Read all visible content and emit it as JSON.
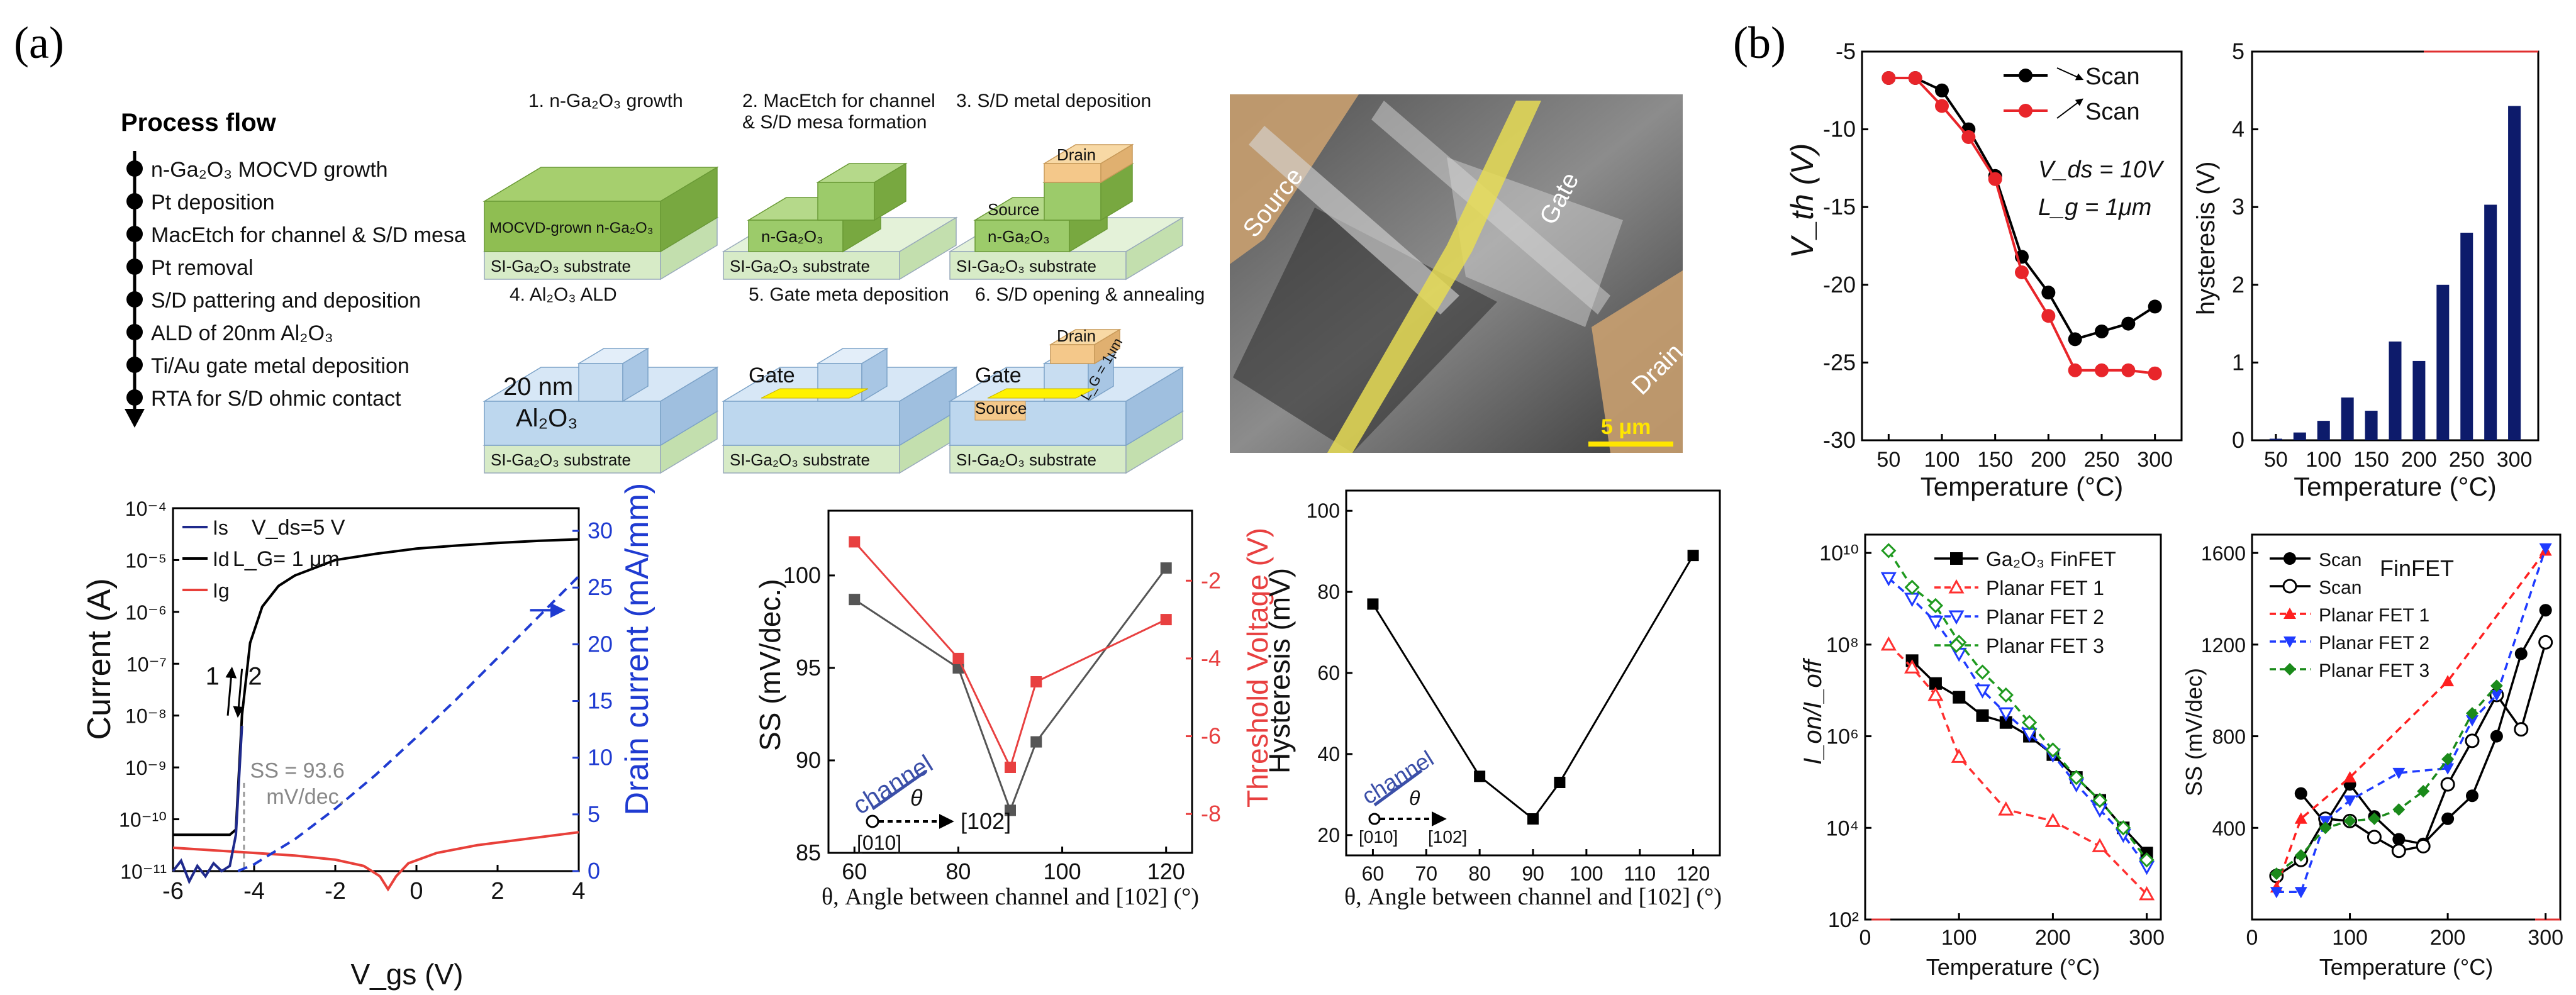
{
  "panel_a": {
    "label": "(a)",
    "process_flow": {
      "title": "Process flow",
      "steps": [
        "n-Ga₂O₃ MOCVD growth",
        "Pt deposition",
        "MacEtch for channel & S/D mesa",
        "Pt removal",
        "S/D pattering and deposition",
        "ALD of 20nm Al₂O₃",
        "Ti/Au gate metal deposition",
        "RTA for S/D ohmic contact"
      ]
    },
    "schematics": {
      "steps": [
        {
          "title": "1. n-Ga₂O₃ growth",
          "top_label": "MOCVD-grown n-Ga₂O₃",
          "substrate": "SI-Ga₂O₃ substrate"
        },
        {
          "title": "2. MacEtch for channel",
          "title2": "& S/D mesa formation",
          "top_label": "n-Ga₂O₃",
          "substrate": "SI-Ga₂O₃ substrate"
        },
        {
          "title": "3. S/D metal deposition",
          "drain": "Drain",
          "source": "Source",
          "top_label": "n-Ga₂O₃",
          "substrate": "SI-Ga₂O₃ substrate"
        },
        {
          "title": "4. Al₂O₃ ALD",
          "thickness": "20 nm",
          "material": "Al₂O₃",
          "substrate": "SI-Ga₂O₃ substrate"
        },
        {
          "title": "5. Gate meta deposition",
          "gate": "Gate",
          "substrate": "SI-Ga₂O₃ substrate"
        },
        {
          "title": "6. S/D opening & annealing",
          "drain": "Drain",
          "gate": "Gate",
          "source": "Source",
          "lg": "L_G = 1μm",
          "substrate": "SI-Ga₂O₃ substrate"
        }
      ]
    },
    "sem": {
      "source": "Source",
      "gate": "Gate",
      "drain": "Drain",
      "scale": "5 μm"
    },
    "colors": {
      "green_top": "#8fbe52",
      "green_sub": "#d7ebc7",
      "blue_al2o3": "#bdd7ee",
      "gate_yellow": "#fff200",
      "drain_orange": "#f4c88a"
    }
  },
  "panel_b": {
    "label": "(b)"
  },
  "chart_data": [
    {
      "id": "transfer",
      "type": "line",
      "xlabel": "V_gs (V)",
      "ylabel": "Current (A)",
      "y2label": "Drain current (mA/mm)",
      "xticks": [
        "-6",
        "-4",
        "-2",
        "0",
        "2",
        "4"
      ],
      "yticks": [
        "10⁻¹¹",
        "10⁻¹⁰",
        "10⁻⁹",
        "10⁻⁸",
        "10⁻⁷",
        "10⁻⁶",
        "10⁻⁵",
        "10⁻⁴"
      ],
      "y2ticks": [
        "0",
        "5",
        "10",
        "15",
        "20",
        "25",
        "30"
      ],
      "xlim": [
        -6,
        4
      ],
      "ylim_log": [
        -11,
        -4
      ],
      "y2lim": [
        0,
        32
      ],
      "legend": [
        "I_s",
        "I_d",
        "I_g"
      ],
      "legend_text": [
        "Is",
        "Id",
        "Ig"
      ],
      "annotations": [
        "V_ds=5 V",
        "L_G= 1 μm",
        "1",
        "2",
        "SS = 93.6",
        "mV/dec."
      ],
      "series": [
        {
          "name": "I_d",
          "color": "#000000",
          "x": [
            -6,
            -5,
            -4.6,
            -4.45,
            -4.3,
            -4.1,
            -3.8,
            -3.4,
            -3,
            -2,
            -1,
            0,
            1,
            2,
            3,
            4
          ],
          "y_log": [
            -10.3,
            -10.3,
            -10.3,
            -10.2,
            -8,
            -6.6,
            -5.9,
            -5.5,
            -5.3,
            -5.0,
            -4.88,
            -4.78,
            -4.72,
            -4.67,
            -4.63,
            -4.6
          ]
        },
        {
          "name": "I_g",
          "color": "#e8403a",
          "x": [
            -6,
            -5,
            -4,
            -3,
            -2,
            -1.3,
            -0.9,
            -0.7,
            -0.5,
            -0.2,
            0.5,
            1.5,
            2.5,
            4
          ],
          "y_log": [
            -10.55,
            -10.6,
            -10.65,
            -10.7,
            -10.78,
            -10.9,
            -11.1,
            -11.35,
            -11.1,
            -10.85,
            -10.65,
            -10.5,
            -10.4,
            -10.25
          ]
        },
        {
          "name": "I_s",
          "color": "#1f2a8c",
          "x": [
            -6,
            -5.8,
            -5.6,
            -5.4,
            -5.2,
            -5,
            -4.8,
            -4.6,
            -4.45,
            -4.3
          ],
          "y_log": [
            -11.0,
            -10.8,
            -11.2,
            -10.9,
            -11.1,
            -10.85,
            -11.0,
            -10.9,
            -10.3,
            -8.2
          ]
        },
        {
          "name": "drain_current",
          "color": "#1f3bd1",
          "x": [
            -4.4,
            -4,
            -3,
            -2,
            -1,
            0,
            1,
            2,
            3,
            4
          ],
          "y": [
            0,
            0.6,
            2.8,
            5.5,
            8.5,
            11.8,
            15.2,
            18.8,
            22.4,
            26
          ]
        }
      ]
    },
    {
      "id": "ss_vth_angle",
      "type": "line",
      "xlabel": "θ, Angle between channel and [102] (°)",
      "ylabel": "SS (mV/dec.)",
      "y2label": "Threshold Voltage (V)",
      "xticks": [
        "60",
        "80",
        "100",
        "120"
      ],
      "yticks": [
        "85",
        "90",
        "95",
        "100"
      ],
      "y2ticks": [
        "-2",
        "-4",
        "-6",
        "-8"
      ],
      "xlim": [
        55,
        125
      ],
      "ylim": [
        85,
        103.5
      ],
      "y2lim": [
        -9,
        -0.2
      ],
      "inset": {
        "channel": "channel",
        "theta": "θ",
        "dir1": "[010]",
        "dir2": "[102]"
      },
      "series": [
        {
          "name": "SS",
          "color": "#555555",
          "x": [
            60,
            80,
            90,
            95,
            120
          ],
          "y": [
            98.7,
            95.0,
            87.3,
            91.0,
            100.4
          ]
        },
        {
          "name": "Vth",
          "color": "#e84040",
          "x": [
            60,
            80,
            90,
            95,
            120
          ],
          "y": [
            -1.0,
            -4.0,
            -6.8,
            -4.6,
            -3.0
          ]
        }
      ]
    },
    {
      "id": "hysteresis_angle",
      "type": "line",
      "xlabel": "θ, Angle between channel and [102] (°)",
      "ylabel": "Hysteresis (mV)",
      "xticks": [
        "60",
        "70",
        "80",
        "90",
        "100",
        "110",
        "120"
      ],
      "yticks": [
        "20",
        "40",
        "60",
        "80",
        "100"
      ],
      "xlim": [
        55,
        125
      ],
      "ylim": [
        15,
        105
      ],
      "inset": {
        "channel": "channel",
        "theta": "θ",
        "dir1": "[010]",
        "dir2": "[102]"
      },
      "series": [
        {
          "name": "Hysteresis",
          "color": "#000000",
          "x": [
            60,
            80,
            90,
            95,
            120
          ],
          "y": [
            77,
            34.5,
            24,
            33,
            89
          ]
        }
      ]
    },
    {
      "id": "vth_temp",
      "type": "line",
      "xlabel": "Temperature (°C)",
      "ylabel": "V_th (V)",
      "xticks": [
        "50",
        "100",
        "150",
        "200",
        "250",
        "300"
      ],
      "yticks": [
        "-30",
        "-25",
        "-20",
        "-15",
        "-10",
        "-5"
      ],
      "xlim": [
        25,
        325
      ],
      "ylim": [
        -30,
        -5
      ],
      "legend": [
        "Scan",
        "Scan"
      ],
      "annotations": [
        "V_ds = 10V",
        "L_g = 1μm"
      ],
      "series": [
        {
          "name": "Scan",
          "color": "#000000",
          "x": [
            50,
            75,
            100,
            125,
            150,
            175,
            200,
            225,
            250,
            275,
            300
          ],
          "y": [
            -6.7,
            -6.7,
            -7.5,
            -10,
            -13,
            -18.2,
            -20.5,
            -23.5,
            -23,
            -22.5,
            -21.4
          ]
        },
        {
          "name": "Scan",
          "color": "#e8252a",
          "x": [
            50,
            75,
            100,
            125,
            150,
            175,
            200,
            225,
            250,
            275,
            300
          ],
          "y": [
            -6.7,
            -6.7,
            -8.5,
            -10.5,
            -13.2,
            -19.2,
            -22,
            -25.5,
            -25.5,
            -25.5,
            -25.7
          ]
        }
      ]
    },
    {
      "id": "hysteresis_temp",
      "type": "bar",
      "xlabel": "Temperature (°C)",
      "ylabel": "hysteresis (V)",
      "xticks": [
        "50",
        "100",
        "150",
        "200",
        "250",
        "300"
      ],
      "yticks": [
        "0",
        "1",
        "2",
        "3",
        "4",
        "5"
      ],
      "xlim": [
        25,
        325
      ],
      "ylim": [
        0,
        5
      ],
      "x": [
        50,
        75,
        100,
        125,
        150,
        175,
        200,
        225,
        250,
        275,
        300
      ],
      "values": [
        0.02,
        0.1,
        0.25,
        0.55,
        0.38,
        1.27,
        1.02,
        2.0,
        2.67,
        3.03,
        4.3
      ],
      "color": "#0d1b6b"
    },
    {
      "id": "ion_ioff_temp",
      "type": "line",
      "xlabel": "Temperature (°C)",
      "ylabel": "I_on/I_off",
      "xticks": [
        "0",
        "100",
        "200",
        "300"
      ],
      "yticks": [
        "10²",
        "10⁴",
        "10⁶",
        "10⁸",
        "10¹⁰"
      ],
      "xlim": [
        0,
        315
      ],
      "ylim_log": [
        2,
        10.4
      ],
      "legend": [
        "Ga₂O₃ FinFET",
        "Planar FET 1",
        "Planar FET 2",
        "Planar FET 3"
      ],
      "series": [
        {
          "name": "Ga₂O₃ FinFET",
          "color": "#000000",
          "marker": "square",
          "x": [
            50,
            75,
            100,
            125,
            150,
            175,
            200,
            225,
            250,
            275,
            300
          ],
          "y_log": [
            7.65,
            7.15,
            6.85,
            6.45,
            6.3,
            6.0,
            5.6,
            5.1,
            4.6,
            4.0,
            3.45
          ]
        },
        {
          "name": "Planar FET 1",
          "color": "#ff3030",
          "marker": "tri-up",
          "x": [
            25,
            50,
            75,
            100,
            150,
            200,
            250,
            300
          ],
          "y_log": [
            8.0,
            7.5,
            6.9,
            5.55,
            4.4,
            4.15,
            3.6,
            2.55
          ]
        },
        {
          "name": "Planar FET 2",
          "color": "#1f3bff",
          "marker": "tri-down",
          "x": [
            25,
            50,
            75,
            100,
            125,
            150,
            175,
            200,
            225,
            250,
            275,
            300
          ],
          "y_log": [
            9.45,
            9.0,
            8.5,
            7.8,
            7.0,
            6.5,
            6.05,
            5.6,
            4.95,
            4.4,
            3.85,
            3.15
          ]
        },
        {
          "name": "Planar FET 3",
          "color": "#1f9a1f",
          "marker": "diamond",
          "x": [
            25,
            50,
            75,
            100,
            125,
            150,
            175,
            200,
            225,
            250,
            275,
            300
          ],
          "y_log": [
            10.05,
            9.25,
            8.85,
            8.05,
            7.4,
            6.9,
            6.3,
            5.7,
            5.1,
            4.6,
            4.0,
            3.3
          ]
        }
      ]
    },
    {
      "id": "ss_temp",
      "type": "line",
      "xlabel": "Temperature (°C)",
      "ylabel": "SS (mV/dec)",
      "xticks": [
        "0",
        "100",
        "200",
        "300"
      ],
      "yticks": [
        "0",
        "400",
        "800",
        "1200",
        "1600"
      ],
      "xlim": [
        0,
        315
      ],
      "ylim": [
        0,
        1680
      ],
      "legend": [
        "Scan",
        "Scan",
        "Planar FET 1",
        "Planar FET 2",
        "Planar FET 3"
      ],
      "legend_title": "FinFET",
      "series": [
        {
          "name": "Scan",
          "color": "#000000",
          "marker": "circle",
          "x": [
            50,
            75,
            100,
            125,
            150,
            175,
            200,
            225,
            250,
            275,
            300
          ],
          "y": [
            550,
            420,
            590,
            450,
            350,
            330,
            440,
            540,
            800,
            1160,
            1350
          ]
        },
        {
          "name": "Scan",
          "color": "#000000",
          "marker": "circle-open",
          "x": [
            25,
            50,
            75,
            100,
            125,
            150,
            175,
            200,
            225,
            250,
            275,
            300
          ],
          "y": [
            190,
            260,
            440,
            430,
            360,
            300,
            320,
            590,
            780,
            980,
            830,
            1210
          ]
        },
        {
          "name": "Planar FET 1",
          "color": "#ff2020",
          "marker": "tri-up",
          "x": [
            25,
            50,
            100,
            200,
            300
          ],
          "y": [
            140,
            440,
            620,
            1040,
            1610
          ]
        },
        {
          "name": "Planar FET 2",
          "color": "#1f3bff",
          "marker": "tri-down",
          "x": [
            25,
            50,
            75,
            100,
            150,
            200,
            225,
            250,
            300
          ],
          "y": [
            120,
            120,
            430,
            520,
            640,
            660,
            870,
            980,
            1620
          ]
        },
        {
          "name": "Planar FET 3",
          "color": "#1a8a1a",
          "marker": "diamond",
          "x": [
            25,
            50,
            75,
            100,
            125,
            150,
            175,
            200,
            225,
            250
          ],
          "y": [
            200,
            280,
            400,
            430,
            440,
            480,
            560,
            700,
            900,
            1020
          ]
        }
      ]
    }
  ]
}
